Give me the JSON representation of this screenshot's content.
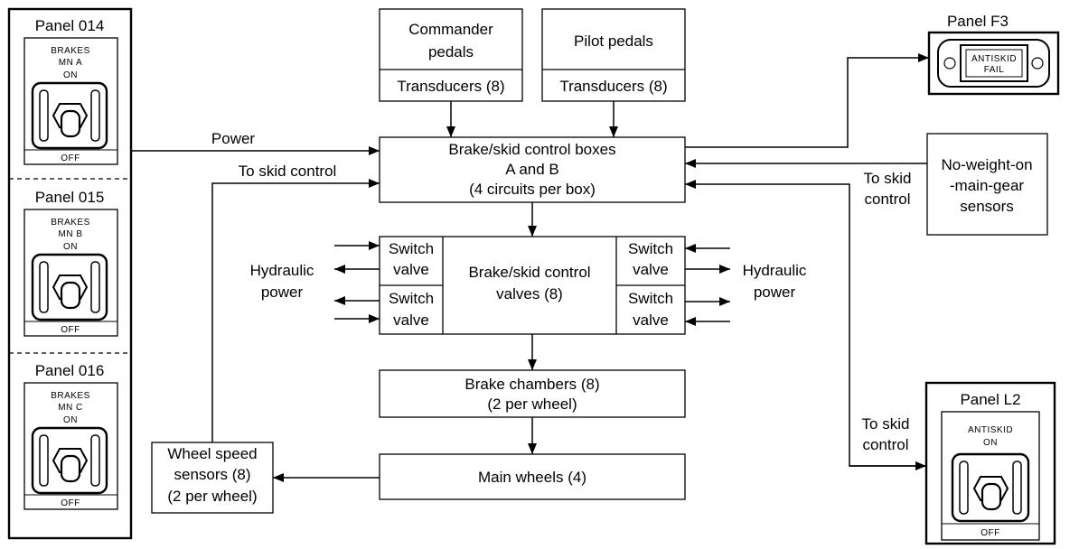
{
  "panels": {
    "p014": {
      "title": "Panel 014",
      "line1": "BRAKES",
      "line2": "MN A",
      "on": "ON",
      "off": "OFF"
    },
    "p015": {
      "title": "Panel 015",
      "line1": "BRAKES",
      "line2": "MN B",
      "on": "ON",
      "off": "OFF"
    },
    "p016": {
      "title": "Panel 016",
      "line1": "BRAKES",
      "line2": "MN C",
      "on": "ON",
      "off": "OFF"
    },
    "f3": {
      "title": "Panel F3",
      "line1": "ANTISKID",
      "line2": "FAIL"
    },
    "l2": {
      "title": "Panel L2",
      "line1": "ANTISKID",
      "on": "ON",
      "off": "OFF"
    }
  },
  "boxes": {
    "commander": {
      "line1": "Commander",
      "line2": "pedals",
      "sub": "Transducers (8)"
    },
    "pilot": {
      "line1": "Pilot pedals",
      "sub": "Transducers (8)"
    },
    "control_boxes": {
      "line1": "Brake/skid control boxes",
      "line2": "A and B",
      "line3": "(4 circuits per box)"
    },
    "control_valves": {
      "line1": "Brake/skid control",
      "line2": "valves (8)"
    },
    "switch_valve": {
      "line1": "Switch",
      "line2": "valve"
    },
    "brake_chambers": {
      "line1": "Brake chambers (8)",
      "line2": "(2 per wheel)"
    },
    "main_wheels": {
      "line1": "Main wheels (4)"
    },
    "wheel_speed": {
      "line1": "Wheel speed",
      "line2": "sensors (8)",
      "line3": "(2 per wheel)"
    },
    "nwomg": {
      "line1": "No-weight-on",
      "line2": "-main-gear",
      "line3": "sensors"
    }
  },
  "labels": {
    "power": "Power",
    "to_skid_control": "To skid control",
    "to_skid": "To skid",
    "control": "control",
    "hydraulic": "Hydraulic",
    "power_lc": "power"
  }
}
